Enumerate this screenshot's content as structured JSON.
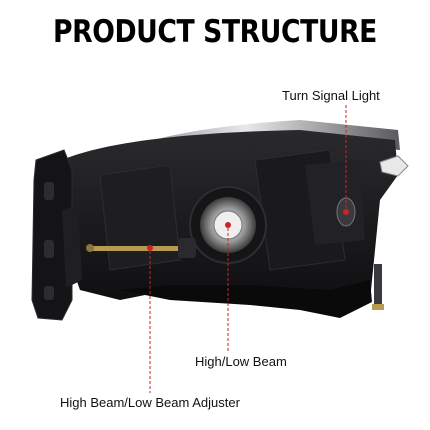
{
  "title": "PRODUCT STRUCTURE",
  "callouts": {
    "turn_signal": "Turn Signal Light",
    "high_low_beam": "High/Low Beam",
    "adjuster": "High Beam/Low Beam Adjuster"
  },
  "colors": {
    "callout_line": "#d0202a",
    "housing": "#1b1b1d"
  }
}
